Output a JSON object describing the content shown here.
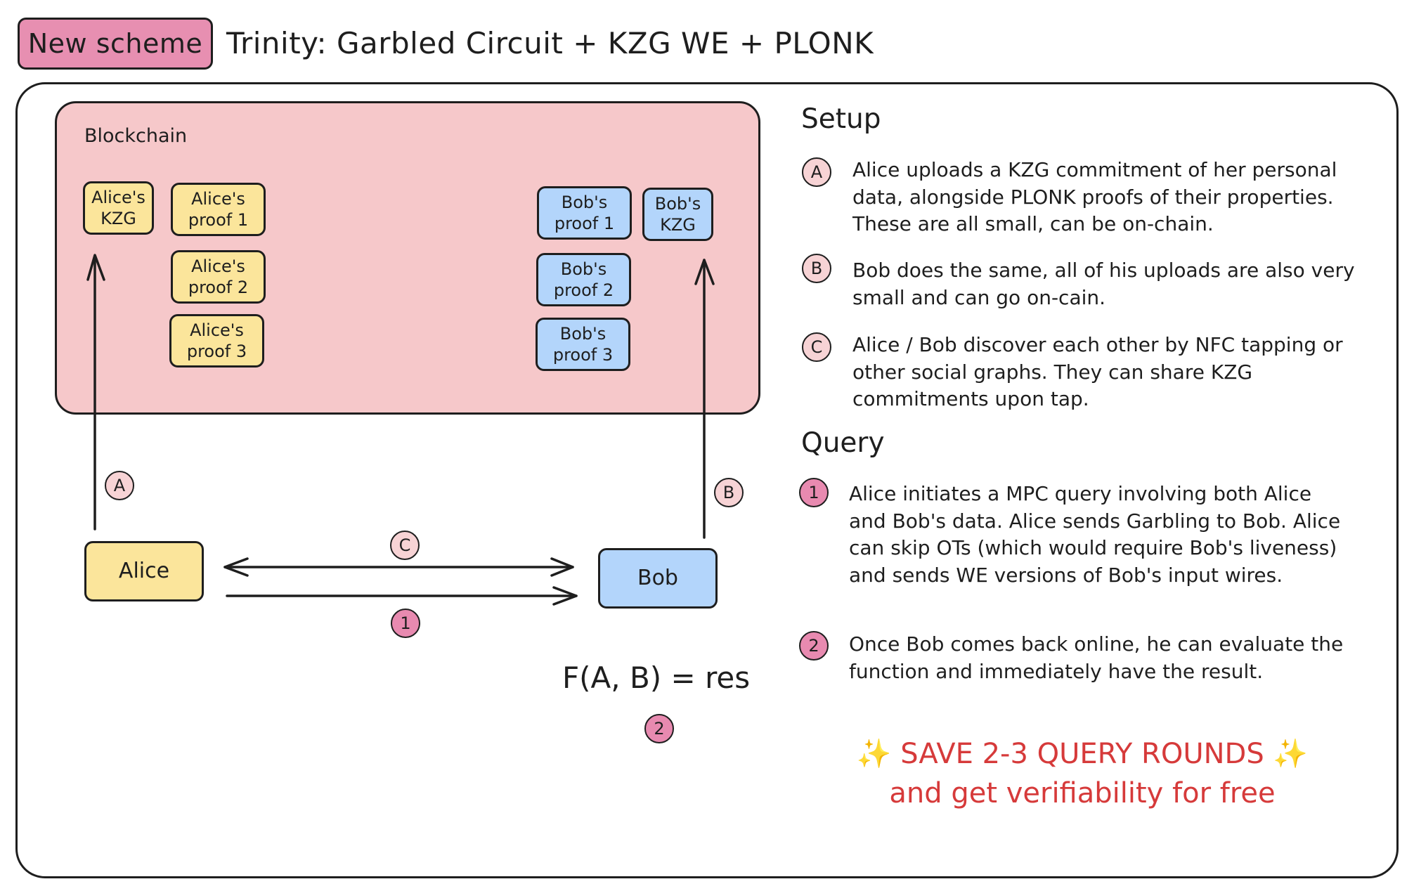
{
  "header": {
    "badge": "New scheme",
    "title": "Trinity: Garbled Circuit + KZG WE + PLONK"
  },
  "diagram": {
    "blockchain_label": "Blockchain",
    "alice_items": [
      "Alice's\nKZG",
      "Alice's\nproof 1",
      "Alice's\nproof 2",
      "Alice's\nproof 3"
    ],
    "bob_items": [
      "Bob's\nproof 1",
      "Bob's\nKZG",
      "Bob's\nproof 2",
      "Bob's\nproof 3"
    ],
    "alice": "Alice",
    "bob": "Bob",
    "markers": {
      "a": "A",
      "b": "B",
      "c": "C",
      "one": "1",
      "two": "2"
    },
    "formula": "F(A, B) = res"
  },
  "setup": {
    "heading": "Setup",
    "steps": [
      {
        "marker": "A",
        "text": "Alice uploads a KZG commitment of her personal data, alongside PLONK proofs of their properties. These are all small, can be on-chain."
      },
      {
        "marker": "B",
        "text": "Bob does the same, all of his uploads are also very small and can go on-cain."
      },
      {
        "marker": "C",
        "text": "Alice / Bob discover each other by NFC tapping or other social graphs. They can share KZG commitments upon tap."
      }
    ]
  },
  "query": {
    "heading": "Query",
    "steps": [
      {
        "marker": "1",
        "text": "Alice initiates a MPC query involving both Alice and Bob's data. Alice sends Garbling to Bob. Alice can skip OTs (which would require Bob's liveness) and sends WE versions of Bob's input wires."
      },
      {
        "marker": "2",
        "text": "Once Bob comes back online, he can evaluate the function and immediately have the result."
      }
    ]
  },
  "footer": {
    "sparkle": "✨",
    "line1": "SAVE 2-3 QUERY ROUNDS",
    "line2": "and get verifiability for free"
  },
  "colors": {
    "badge": "#e78fb1",
    "blockchain": "#f6c8ca",
    "yellow": "#fbe59b",
    "blue": "#b3d5fb",
    "marker_light": "#f7d3d5",
    "marker_pink": "#e88ab0",
    "accent_red": "#d63a3a"
  }
}
